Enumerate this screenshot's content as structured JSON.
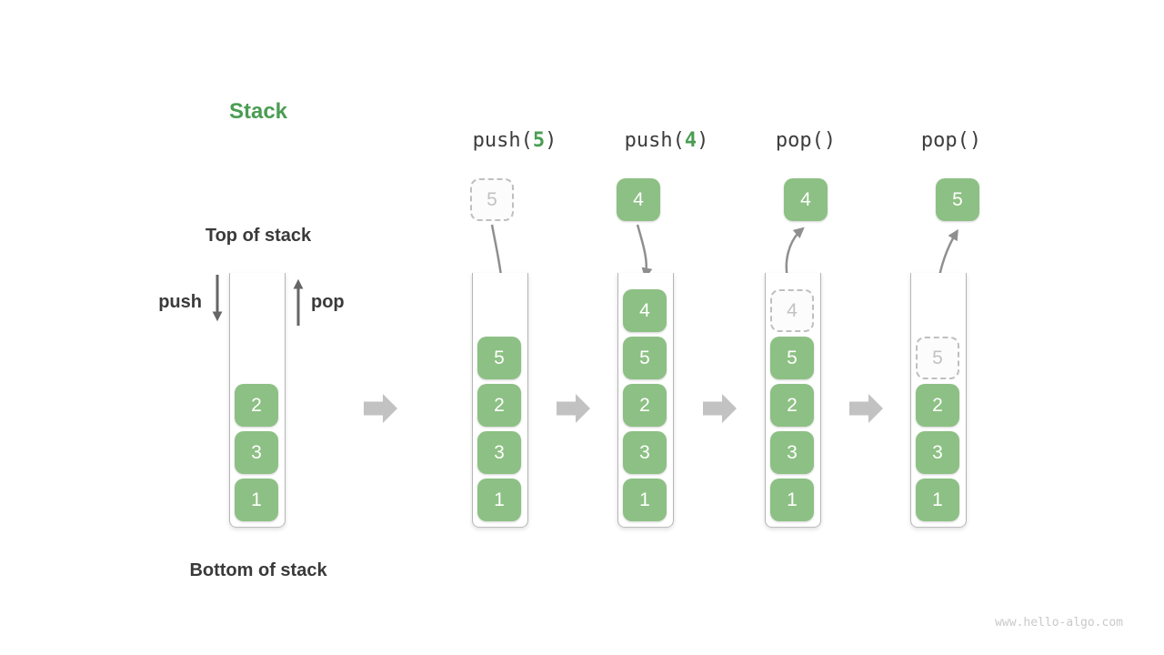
{
  "title": "Stack",
  "side_labels": {
    "top_of_stack": "Top of stack",
    "bottom_of_stack": "Bottom of stack",
    "push": "push",
    "pop": "pop"
  },
  "watermark": "www.hello-algo.com",
  "colors": {
    "box_green": "#8dc084",
    "accent_green": "#4a9d52",
    "ghost_gray": "#c2c2c2",
    "arrow_gray": "#8f8f8f",
    "transition_arrow_gray": "#c2c2c2"
  },
  "operations": [
    {
      "prefix": "push(",
      "arg": "5",
      "suffix": ")",
      "floating": {
        "value": "5",
        "style": "ghost"
      }
    },
    {
      "prefix": "push(",
      "arg": "4",
      "suffix": ")",
      "floating": {
        "value": "4",
        "style": "solid"
      }
    },
    {
      "prefix": "pop()",
      "arg": "",
      "suffix": "",
      "floating": {
        "value": "4",
        "style": "solid"
      }
    },
    {
      "prefix": "pop()",
      "arg": "",
      "suffix": "",
      "floating": {
        "value": "5",
        "style": "solid"
      }
    }
  ],
  "stacks": [
    {
      "name": "initial",
      "cells": [
        {
          "value": "2",
          "row": 3,
          "style": "solid"
        },
        {
          "value": "3",
          "row": 4,
          "style": "solid"
        },
        {
          "value": "1",
          "row": 5,
          "style": "solid"
        }
      ]
    },
    {
      "name": "after-push-5",
      "cells": [
        {
          "value": "5",
          "row": 2,
          "style": "solid"
        },
        {
          "value": "2",
          "row": 3,
          "style": "solid"
        },
        {
          "value": "3",
          "row": 4,
          "style": "solid"
        },
        {
          "value": "1",
          "row": 5,
          "style": "solid"
        }
      ]
    },
    {
      "name": "after-push-4",
      "cells": [
        {
          "value": "4",
          "row": 1,
          "style": "solid"
        },
        {
          "value": "5",
          "row": 2,
          "style": "solid"
        },
        {
          "value": "2",
          "row": 3,
          "style": "solid"
        },
        {
          "value": "3",
          "row": 4,
          "style": "solid"
        },
        {
          "value": "1",
          "row": 5,
          "style": "solid"
        }
      ]
    },
    {
      "name": "after-pop-4",
      "cells": [
        {
          "value": "4",
          "row": 1,
          "style": "ghost"
        },
        {
          "value": "5",
          "row": 2,
          "style": "solid"
        },
        {
          "value": "2",
          "row": 3,
          "style": "solid"
        },
        {
          "value": "3",
          "row": 4,
          "style": "solid"
        },
        {
          "value": "1",
          "row": 5,
          "style": "solid"
        }
      ]
    },
    {
      "name": "after-pop-5",
      "cells": [
        {
          "value": "5",
          "row": 2,
          "style": "ghost"
        },
        {
          "value": "2",
          "row": 3,
          "style": "solid"
        },
        {
          "value": "3",
          "row": 4,
          "style": "solid"
        },
        {
          "value": "1",
          "row": 5,
          "style": "solid"
        }
      ]
    }
  ]
}
